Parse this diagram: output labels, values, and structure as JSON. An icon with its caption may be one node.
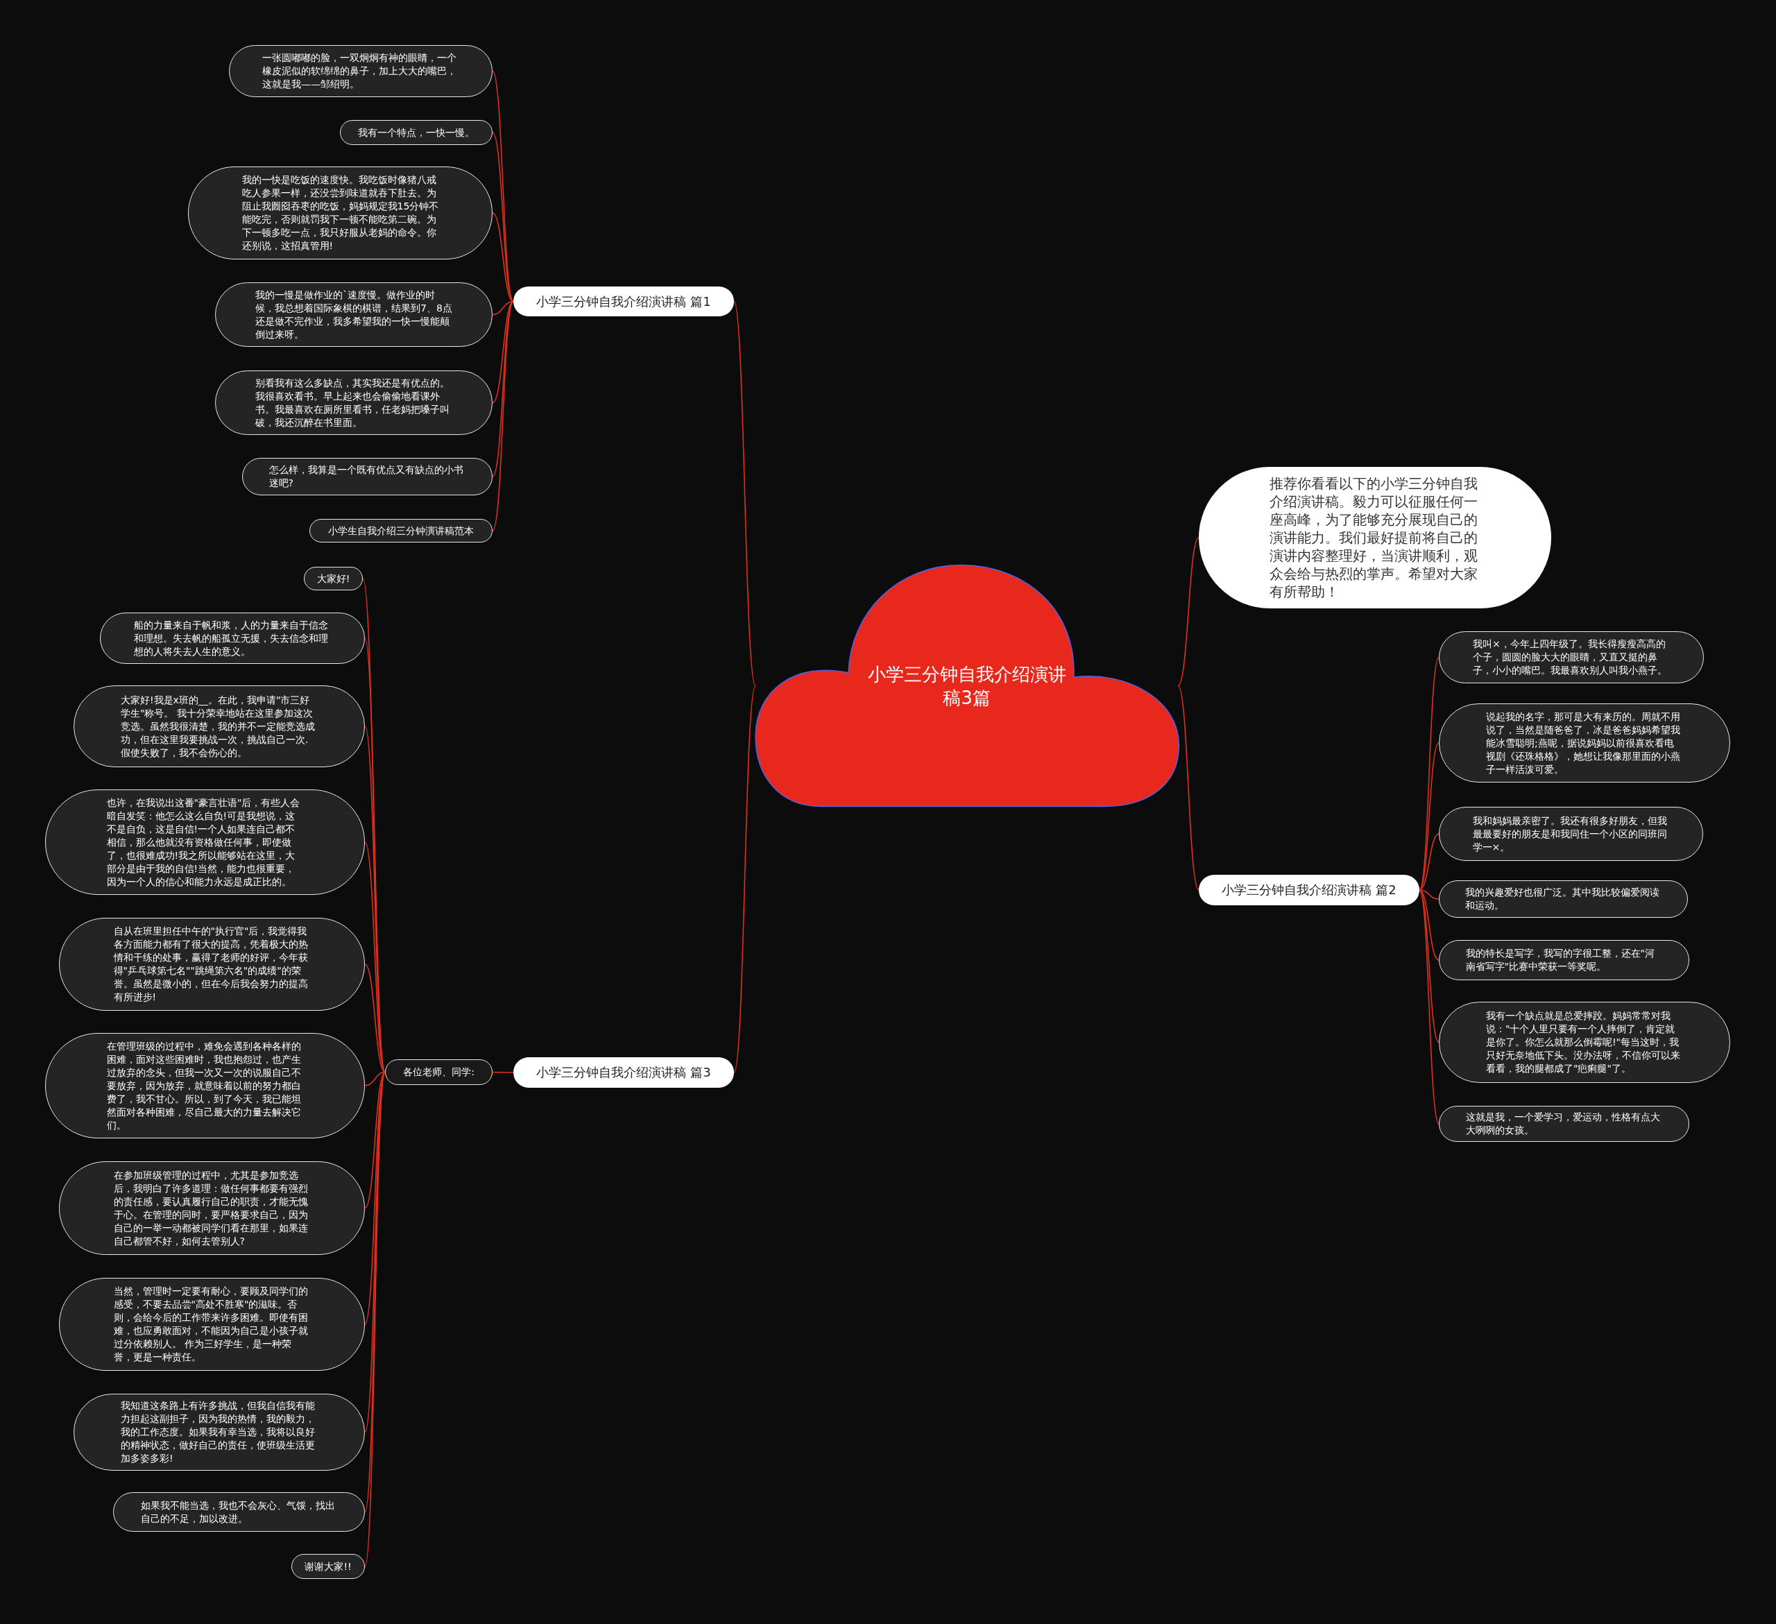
{
  "diagram": {
    "nodes": [
      {
        "text": [
          "小学三分钟自我介绍演讲稿3篇"
        ]
      },
      {
        "text": [
          "小学三分钟自我介绍演讲稿 篇1"
        ]
      },
      {
        "text": [
          "一张圆嘟嘟的脸，一双炯炯有神的眼睛，一个橡皮泥似的软绵绵的鼻子，加上大大的嘴巴，这就是我——邹绍明。"
        ]
      },
      {
        "text": [
          "我有一个特点，一快一慢。"
        ]
      },
      {
        "text": [
          "我的一快是吃饭的速度快。我吃饭时像猪八戒吃人参果一样，还没尝到味道就吞下肚去。为阻止我囫囵吞枣的吃饭，妈妈规定我15分钟不能吃完，否则就罚我下一顿不能吃第二碗。为下一顿多吃一点，我只好服从老妈的命令。你还别说，这招真管用!"
        ]
      },
      {
        "text": [
          "我的一慢是做作业的`速度慢。做作业的时候，我总想着国际象棋的棋谱，结果到7、8点还是做不完作业，我多希望我的一快一慢能颠倒过来呀。"
        ]
      },
      {
        "text": [
          "别看我有这么多缺点，其实我还是有优点的。我很喜欢看书。早上起来也会偷偷地看课外书。我最喜欢在厕所里看书，任老妈把嗓子叫破，我还沉醉在书里面。"
        ]
      },
      {
        "text": [
          "怎么样，我算是一个既有优点又有缺点的小书迷吧?"
        ]
      },
      {
        "text": [
          "小学生自我介绍三分钟演讲稿范本"
        ]
      },
      {
        "text": [
          "推荐你看看以下的小学三分钟自我介绍演讲稿。毅力可以征服任何一座高峰，为了能够充分展现自己的演讲能力。我们最好提前将自己的演讲内容整理好，当演讲顺利，观众会给与热烈的掌声。希望对大家有所帮助！"
        ]
      },
      {
        "text": [
          "小学三分钟自我介绍演讲稿 篇2"
        ]
      },
      {
        "text": [
          "我叫×，今年上四年级了。我长得瘦瘦高高的个子，圆圆的脸大大的眼睛，又直又挺的鼻子，小小的嘴巴。我最喜欢别人叫我小燕子。"
        ]
      },
      {
        "text": [
          "说起我的名字，那可是大有来历的。周就不用说了，当然是随爸爸了，冰是爸爸妈妈希望我能冰雪聪明;燕呢，据说妈妈以前很喜欢看电视剧《还珠格格》，她想让我像那里面的小燕子一样活泼可爱。"
        ]
      },
      {
        "text": [
          "我和妈妈最亲密了。我还有很多好朋友，但我最最要好的朋友是和我同住一个小区的同班同学一×。"
        ]
      },
      {
        "text": [
          "我的兴趣爱好也很广泛。其中我比较偏爱阅读和运动。"
        ]
      },
      {
        "text": [
          "我的特长是写字，我写的字很工整，还在\"河南省写字\"比赛中荣获一等奖呢。"
        ]
      },
      {
        "text": [
          "我有一个缺点就是总爱摔跤。妈妈常常对我说：\"十个人里只要有一个人摔倒了，肯定就是你了。你怎么就那么倒霉呢!\"每当这时，我只好无奈地低下头。没办法呀，不信你可以来看看，我的腿都成了\"疤痢腿\"了。"
        ]
      },
      {
        "text": [
          "这就是我，一个爱学习，爱运动，性格有点大大咧咧的女孩。"
        ]
      },
      {
        "text": [
          "小学三分钟自我介绍演讲稿 篇3"
        ]
      },
      {
        "text": [
          "各位老师、同学:"
        ]
      },
      {
        "text": [
          "大家好!"
        ]
      },
      {
        "text": [
          "船的力量来自于帆和浆，人的力量来自于信念和理想。失去帆的船孤立无援，失去信念和理想的人将失去人生的意义。"
        ]
      },
      {
        "text": [
          "大家好!我是x班的__。在此，我申请\"市三好学生\"称号。 我十分荣幸地站在这里参加这次竞选。虽然我很清楚，我的并不一定能竞选成功，但在这里我要挑战一次，挑战自己一次.假使失败了，我不会伤心的。"
        ]
      },
      {
        "text": [
          "也许，在我说出这番\"豪言壮语\"后，有些人会暗自发笑：他怎么这么自负!可是我想说，这不是自负，这是自信!一个人如果连自己都不相信，那么他就没有资格做任何事，即使做了，也很难成功!我之所以能够站在这里，大部分是由于我的自信!当然，能力也很重要，因为一个人的信心和能力永远是成正比的。"
        ]
      },
      {
        "text": [
          "自从在班里担任中午的\"执行官\"后，我觉得我各方面能力都有了很大的提高，凭着极大的热情和干练的处事，赢得了老师的好评，今年获得\"乒乓球第七名\"\"跳绳第六名\"的成绩\"的荣誉。虽然是微小的，但在今后我会努力的提高有所进步!"
        ]
      },
      {
        "text": [
          "在管理班级的过程中，难免会遇到各种各样的困难，面对这些困难时，我也抱怨过，也产生过放弃的念头，但我一次又一次的说服自己不要放弃，因为放弃，就意味着以前的努力都白费了，我不甘心。所以，到了今天，我已能坦然面对各种困难，尽自己最大的力量去解决它们。"
        ]
      },
      {
        "text": [
          "在参加班级管理的过程中，尤其是参加竞选后，我明白了许多道理：做任何事都要有强烈的责任感，要认真履行自己的职责，才能无愧于心。在管理的同时，要严格要求自己，因为自己的一举一动都被同学们看在那里，如果连自己都管不好，如何去管别人?"
        ]
      },
      {
        "text": [
          "当然，管理时一定要有耐心，要顾及同学们的感受，不要去品尝\"高处不胜寒\"的滋味。否则，会给今后的工作带来许多困难。即使有困难，也应勇敢面对，不能因为自己是小孩子就过分依赖别人。 作为三好学生，是一种荣誉，更是一种责任。"
        ]
      },
      {
        "text": [
          "我知道这条路上有许多挑战，但我自信我有能力担起这副担子，因为我的热情，我的毅力，我的工作态度。如果我有幸当选，我将以良好的精神状态，做好自己的责任，使班级生活更加多姿多彩!"
        ]
      },
      {
        "text": [
          "如果我不能当选，我也不会灰心、气馁，找出自己的不足，加以改进。"
        ]
      },
      {
        "text": [
          "谢谢大家!!"
        ]
      }
    ],
    "edges": [
      {
        "from": 0,
        "to": 1,
        "arrow": "none"
      },
      {
        "from": 1,
        "to": 2,
        "arrow": "none"
      },
      {
        "from": 1,
        "to": 3,
        "arrow": "none"
      },
      {
        "from": 1,
        "to": 4,
        "arrow": "none"
      },
      {
        "from": 1,
        "to": 5,
        "arrow": "none"
      },
      {
        "from": 1,
        "to": 6,
        "arrow": "none"
      },
      {
        "from": 1,
        "to": 7,
        "arrow": "none"
      },
      {
        "from": 1,
        "to": 8,
        "arrow": "none"
      },
      {
        "from": 0,
        "to": 9,
        "arrow": "none"
      },
      {
        "from": 0,
        "to": 10,
        "arrow": "none"
      },
      {
        "from": 10,
        "to": 11,
        "arrow": "none"
      },
      {
        "from": 10,
        "to": 12,
        "arrow": "none"
      },
      {
        "from": 10,
        "to": 13,
        "arrow": "none"
      },
      {
        "from": 10,
        "to": 14,
        "arrow": "none"
      },
      {
        "from": 10,
        "to": 15,
        "arrow": "none"
      },
      {
        "from": 10,
        "to": 16,
        "arrow": "none"
      },
      {
        "from": 10,
        "to": 17,
        "arrow": "none"
      },
      {
        "from": 0,
        "to": 18,
        "arrow": "none"
      },
      {
        "from": 18,
        "to": 19,
        "arrow": "none"
      },
      {
        "from": 19,
        "to": 20,
        "arrow": "none"
      },
      {
        "from": 19,
        "to": 21,
        "arrow": "none"
      },
      {
        "from": 19,
        "to": 22,
        "arrow": "none"
      },
      {
        "from": 19,
        "to": 23,
        "arrow": "none"
      },
      {
        "from": 19,
        "to": 24,
        "arrow": "none"
      },
      {
        "from": 19,
        "to": 25,
        "arrow": "none"
      },
      {
        "from": 19,
        "to": 26,
        "arrow": "none"
      },
      {
        "from": 19,
        "to": 27,
        "arrow": "none"
      },
      {
        "from": 19,
        "to": 28,
        "arrow": "none"
      },
      {
        "from": 19,
        "to": 29,
        "arrow": "none"
      },
      {
        "from": 19,
        "to": 30,
        "arrow": "none"
      }
    ]
  }
}
